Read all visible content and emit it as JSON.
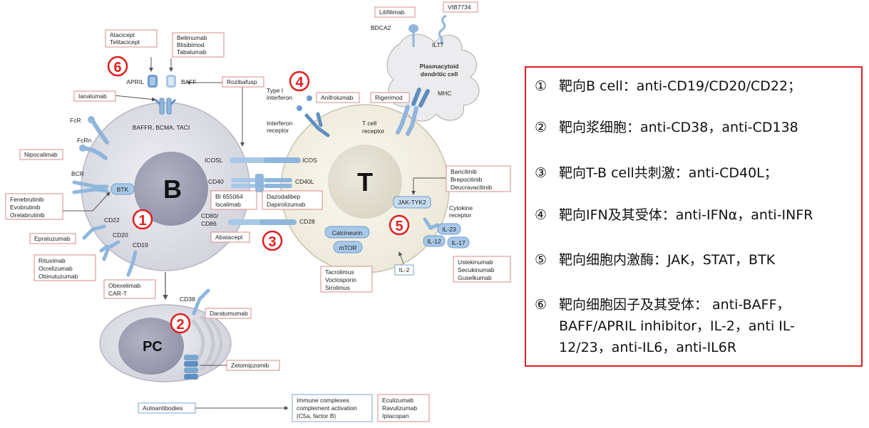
{
  "cells": {
    "b_cell": "B",
    "t_cell": "T",
    "plasma_cell": "PC",
    "pdc_line1": "Plasmacytoid",
    "pdc_line2": "dendritic cell"
  },
  "markers": [
    "①",
    "②",
    "③",
    "④",
    "⑤",
    "⑥"
  ],
  "labels": {
    "april": "APRIL",
    "baff": "BAFF",
    "baffr": "BAFFR, BCMA, TACI",
    "fcr": "FcR",
    "fcrn": "FcRn",
    "bcr": "BCR",
    "btk": "BTK",
    "cd22": "CD22",
    "cd20": "CD20",
    "cd19": "CD19",
    "cd38": "CD38",
    "icosl": "ICOSL",
    "icos": "ICOS",
    "cd40": "CD40",
    "cd40l": "CD40L",
    "cd80_1": "CD80/",
    "cd80_2": "CD86",
    "cd28": "CD28",
    "type1_1": "Type I",
    "type1_2": "interferon",
    "ifnr_1": "Interferon",
    "ifnr_2": "receptor",
    "tcr_1": "T cell",
    "tcr_2": "receptor",
    "mhc": "MHC",
    "bdca2": "BDCA2",
    "ilt7": "ILT7",
    "jak": "JAK-TYK2",
    "cyto_1": "Cytokine",
    "cyto_2": "receptor",
    "il23": "IL-23",
    "il12": "IL-12",
    "il17": "IL-17",
    "il2": "IL-2",
    "calcineurin": "Calcineurin",
    "mtor": "mTOR",
    "autoantibodies": "Autoantibodies",
    "immune_1": "Immune complexes",
    "immune_2": "complement activation",
    "immune_3": "(C5a, factor B)"
  },
  "drugs": {
    "atacicept": [
      "Atacicept",
      "Telitacicept"
    ],
    "belimumab": [
      "Belimumab",
      "Blisibimod",
      "Tabalumab"
    ],
    "ianalumab": "Ianalumab",
    "rozibafusp": "Rozibafusp",
    "anifrolumab": "Anifrolumab",
    "litifilimab": "Litifilimab",
    "vib7734": "VIB7734",
    "rigerimod": "Rigerimod",
    "nipocalimab": "Nipocalimab",
    "btk_inhibitors": [
      "Fenebrutinib",
      "Evobrutinib",
      "Orelabrutinib"
    ],
    "epratuzumab": "Epratuzumab",
    "cd20_drugs": [
      "Rituximab",
      "Ocrelizumab",
      "Obinutuzumab"
    ],
    "cd19_drugs": [
      "Obexelimab",
      "CAR-T"
    ],
    "cd40_drugs": [
      "BI 655064",
      "Iscalimab"
    ],
    "cd40l_drugs": [
      "Dazodalibep",
      "Dapirolizumab"
    ],
    "abatacept": "Abatacept",
    "jak_drugs": [
      "Baricitinib",
      "Brepocitinib",
      "Deucravacitinib"
    ],
    "il_drugs": [
      "Ustekinumab",
      "Secukinumab",
      "Guselkumab"
    ],
    "calcineurin_drugs": [
      "Tacrolimus",
      "Voclosporin",
      "Sirolimus"
    ],
    "daratumumab": "Daratumumab",
    "zetomipzomib": "Zetomipzomib",
    "complement_drugs": [
      "Eculizumab",
      "Ravulizumab",
      "Iptacopan"
    ]
  },
  "legend": [
    {
      "num": "①",
      "text": "靶向B cell：anti-CD19/CD20/CD22；"
    },
    {
      "num": "②",
      "text": "靶向浆细胞：anti-CD38，anti-CD138"
    },
    {
      "num": "③",
      "text": "靶向T-B cell共刺激：anti-CD40L；"
    },
    {
      "num": "④",
      "text": "靶向IFN及其受体：anti-IFNα，anti-INFR"
    },
    {
      "num": "⑤",
      "text": "靶向细胞内激酶：JAK，STAT，BTK"
    },
    {
      "num": "⑥",
      "text": "靶向细胞因子及其受体： anti-BAFF，",
      "line2": "BAFF/APRIL inhibitor，IL-2，anti IL-",
      "line3": "12/23，anti-IL6，anti-IL6R"
    }
  ],
  "colors": {
    "marker_red": "#e02020",
    "drug_box_border": "#d98a8a",
    "receptor_blue": "#8fb6dc",
    "cell_grey": "#dcdce4",
    "t_cell_fill": "#f4f2e8",
    "nucleus_grey": "#9a9ab0"
  }
}
